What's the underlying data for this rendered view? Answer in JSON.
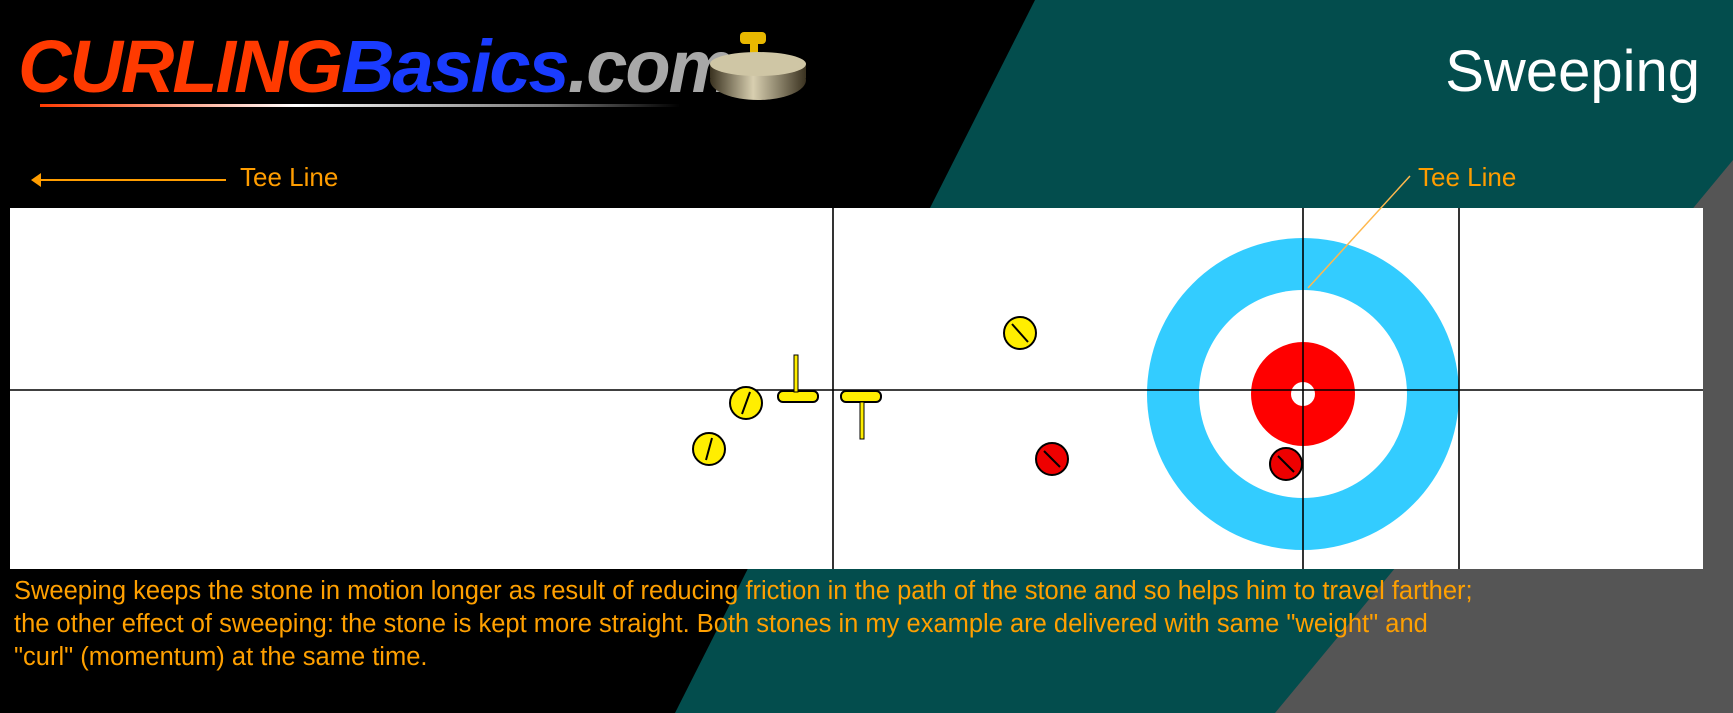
{
  "header": {
    "logo": {
      "part1": "CURLING",
      "part2": "Basics",
      "part3": ".com"
    },
    "title": "Sweeping"
  },
  "labels": {
    "tee_line_left": "Tee Line",
    "tee_line_right": "Tee Line"
  },
  "diagram": {
    "sheet_color": "#ffffff",
    "house": {
      "outer_ring_color": "#33ccff",
      "middle_ring_color": "#ffffff",
      "button_color": "#ff0000",
      "center_color": "#ffffff"
    },
    "stone_colors": {
      "team_yellow": "#ffee00",
      "team_red": "#ee0000"
    },
    "stones": [
      {
        "team": "yellow",
        "label": "yellow-stone-1"
      },
      {
        "team": "yellow",
        "label": "yellow-stone-2"
      },
      {
        "team": "yellow",
        "label": "yellow-stone-3"
      },
      {
        "team": "red",
        "label": "red-stone-1"
      },
      {
        "team": "red",
        "label": "red-stone-2"
      }
    ],
    "brooms": 2
  },
  "description": "Sweeping keeps the stone in motion longer as result of reducing friction in the path of the stone and so helps him to travel farther; the other effect of sweeping: the stone is kept more straight. Both stones in my example are delivered with same \"weight\" and \"curl\" (momentum) at the same time.",
  "colors": {
    "accent": "#ffa000",
    "teal": "#034d4d",
    "gray": "#555555"
  }
}
